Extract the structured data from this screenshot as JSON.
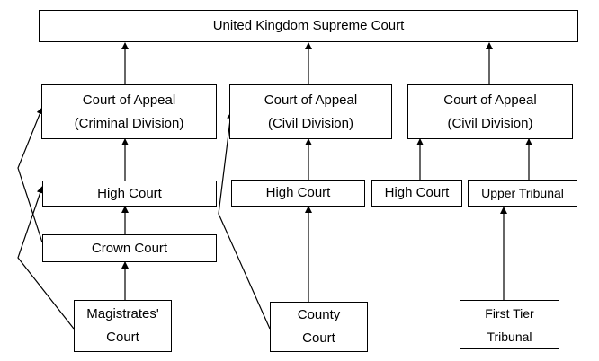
{
  "nodes": {
    "uksc": {
      "lines": [
        "United Kingdom Supreme Court"
      ]
    },
    "coa_criminal": {
      "lines": [
        "Court of Appeal",
        "(Criminal Division)"
      ]
    },
    "coa_civil_1": {
      "lines": [
        "Court of Appeal",
        "(Civil Division)"
      ]
    },
    "coa_civil_2": {
      "lines": [
        "Court of Appeal",
        "(Civil Division)"
      ]
    },
    "high_court_1": {
      "lines": [
        "High Court"
      ]
    },
    "high_court_2": {
      "lines": [
        "High Court"
      ]
    },
    "high_court_3": {
      "lines": [
        "High Court"
      ]
    },
    "upper_tribunal": {
      "lines": [
        "Upper Tribunal"
      ]
    },
    "crown_court": {
      "lines": [
        "Crown Court"
      ]
    },
    "magistrates_court": {
      "lines": [
        "Magistrates'",
        "Court"
      ]
    },
    "county_court": {
      "lines": [
        "County",
        "Court"
      ]
    },
    "first_tier_tribunal": {
      "lines": [
        "First Tier",
        "Tribunal"
      ]
    }
  },
  "edges": [
    {
      "from": "coa_criminal",
      "to": "uksc"
    },
    {
      "from": "coa_civil_1",
      "to": "uksc"
    },
    {
      "from": "coa_civil_2",
      "to": "uksc"
    },
    {
      "from": "high_court_1",
      "to": "coa_criminal"
    },
    {
      "from": "crown_court",
      "to": "high_court_1"
    },
    {
      "from": "magistrates_court",
      "to": "crown_court"
    },
    {
      "from": "crown_court",
      "to": "coa_criminal"
    },
    {
      "from": "magistrates_court",
      "to": "high_court_1"
    },
    {
      "from": "high_court_2",
      "to": "coa_civil_1"
    },
    {
      "from": "county_court",
      "to": "high_court_2"
    },
    {
      "from": "county_court",
      "to": "coa_civil_1"
    },
    {
      "from": "high_court_3",
      "to": "coa_civil_2"
    },
    {
      "from": "upper_tribunal",
      "to": "coa_civil_2"
    },
    {
      "from": "first_tier_tribunal",
      "to": "upper_tribunal"
    }
  ]
}
